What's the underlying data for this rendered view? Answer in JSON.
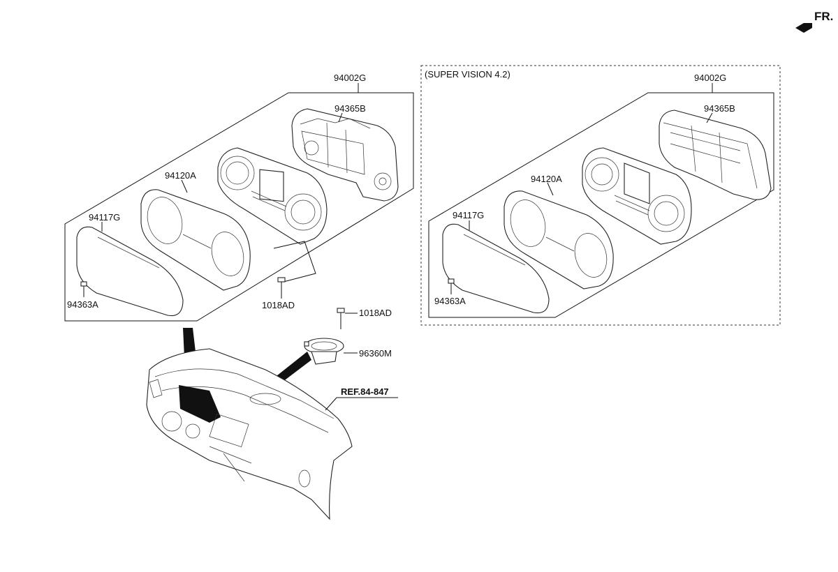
{
  "orientation": {
    "label": "FR.",
    "icon": "front-arrow-icon"
  },
  "assembly_standard": {
    "assembly": "94002G",
    "back_cover": "94365B",
    "gauge_board": "94120A",
    "window_lens": "94117G",
    "lens_clip": "94363A",
    "screw": "1018AD"
  },
  "assembly_supervision": {
    "variant_label": "(SUPER VISION 4.2)",
    "assembly": "94002G",
    "back_cover": "94365B",
    "gauge_board": "94120A",
    "window_lens": "94117G",
    "lens_clip": "94363A"
  },
  "dashboard": {
    "speaker_screw": "1018AD",
    "speaker": "96360M",
    "reference": "REF.84-847"
  }
}
